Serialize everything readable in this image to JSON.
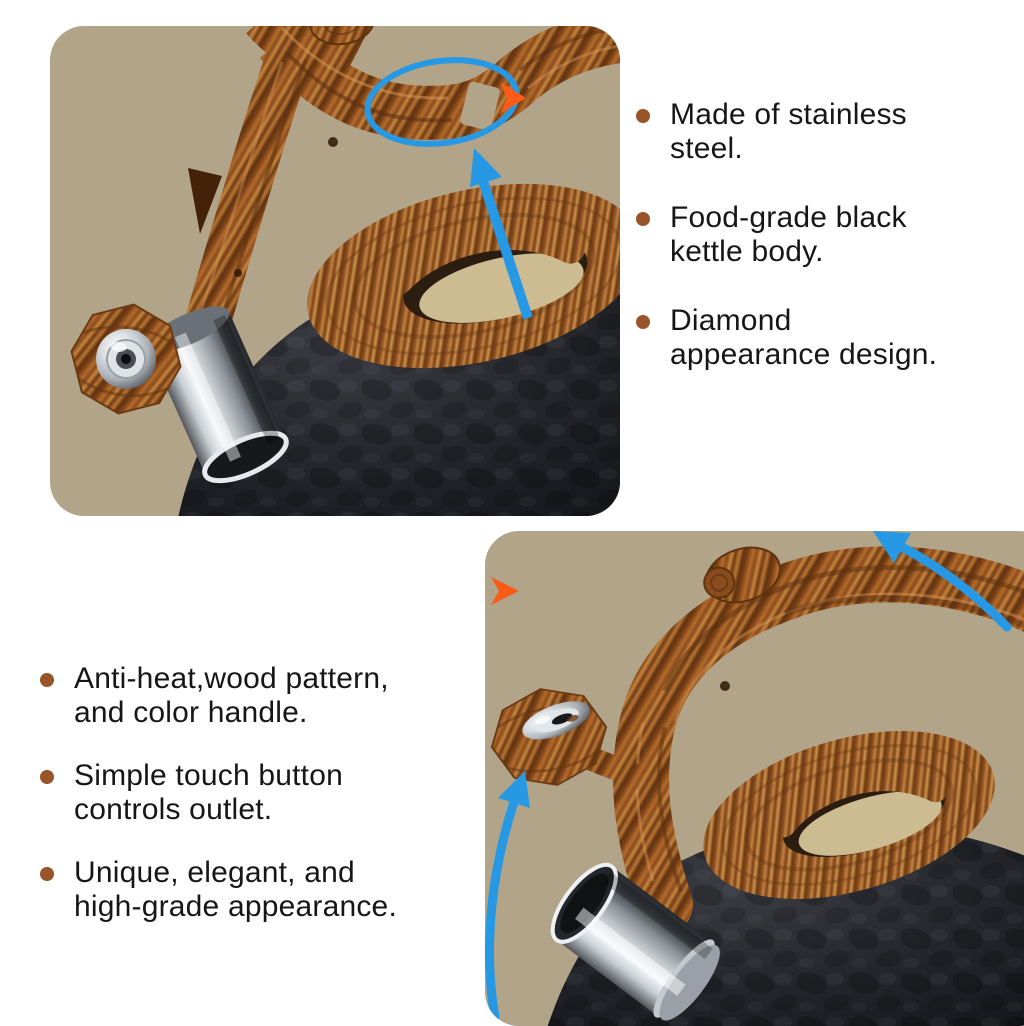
{
  "page": {
    "background": "#ffffff"
  },
  "colors": {
    "photo_background_tan": "#b1a489",
    "accent_blue": "#2798e3",
    "accent_orange": "#fb5a17",
    "bullet_brown": "#99552a",
    "text_black": "#161616",
    "kettle_black": "#26282d",
    "wood_brown": "#b26b2c",
    "steel_gray": "#c9ced3"
  },
  "features_top": {
    "items": [
      "Made of stainless\nsteel.",
      "Food-grade black\nkettle body.",
      "Diamond\nappearance design."
    ]
  },
  "features_bottom": {
    "items": [
      "Anti-heat,wood pattern,\nand color handle.",
      "Simple touch button\ncontrols outlet.",
      "Unique, elegant, and\nhigh-grade appearance."
    ]
  }
}
